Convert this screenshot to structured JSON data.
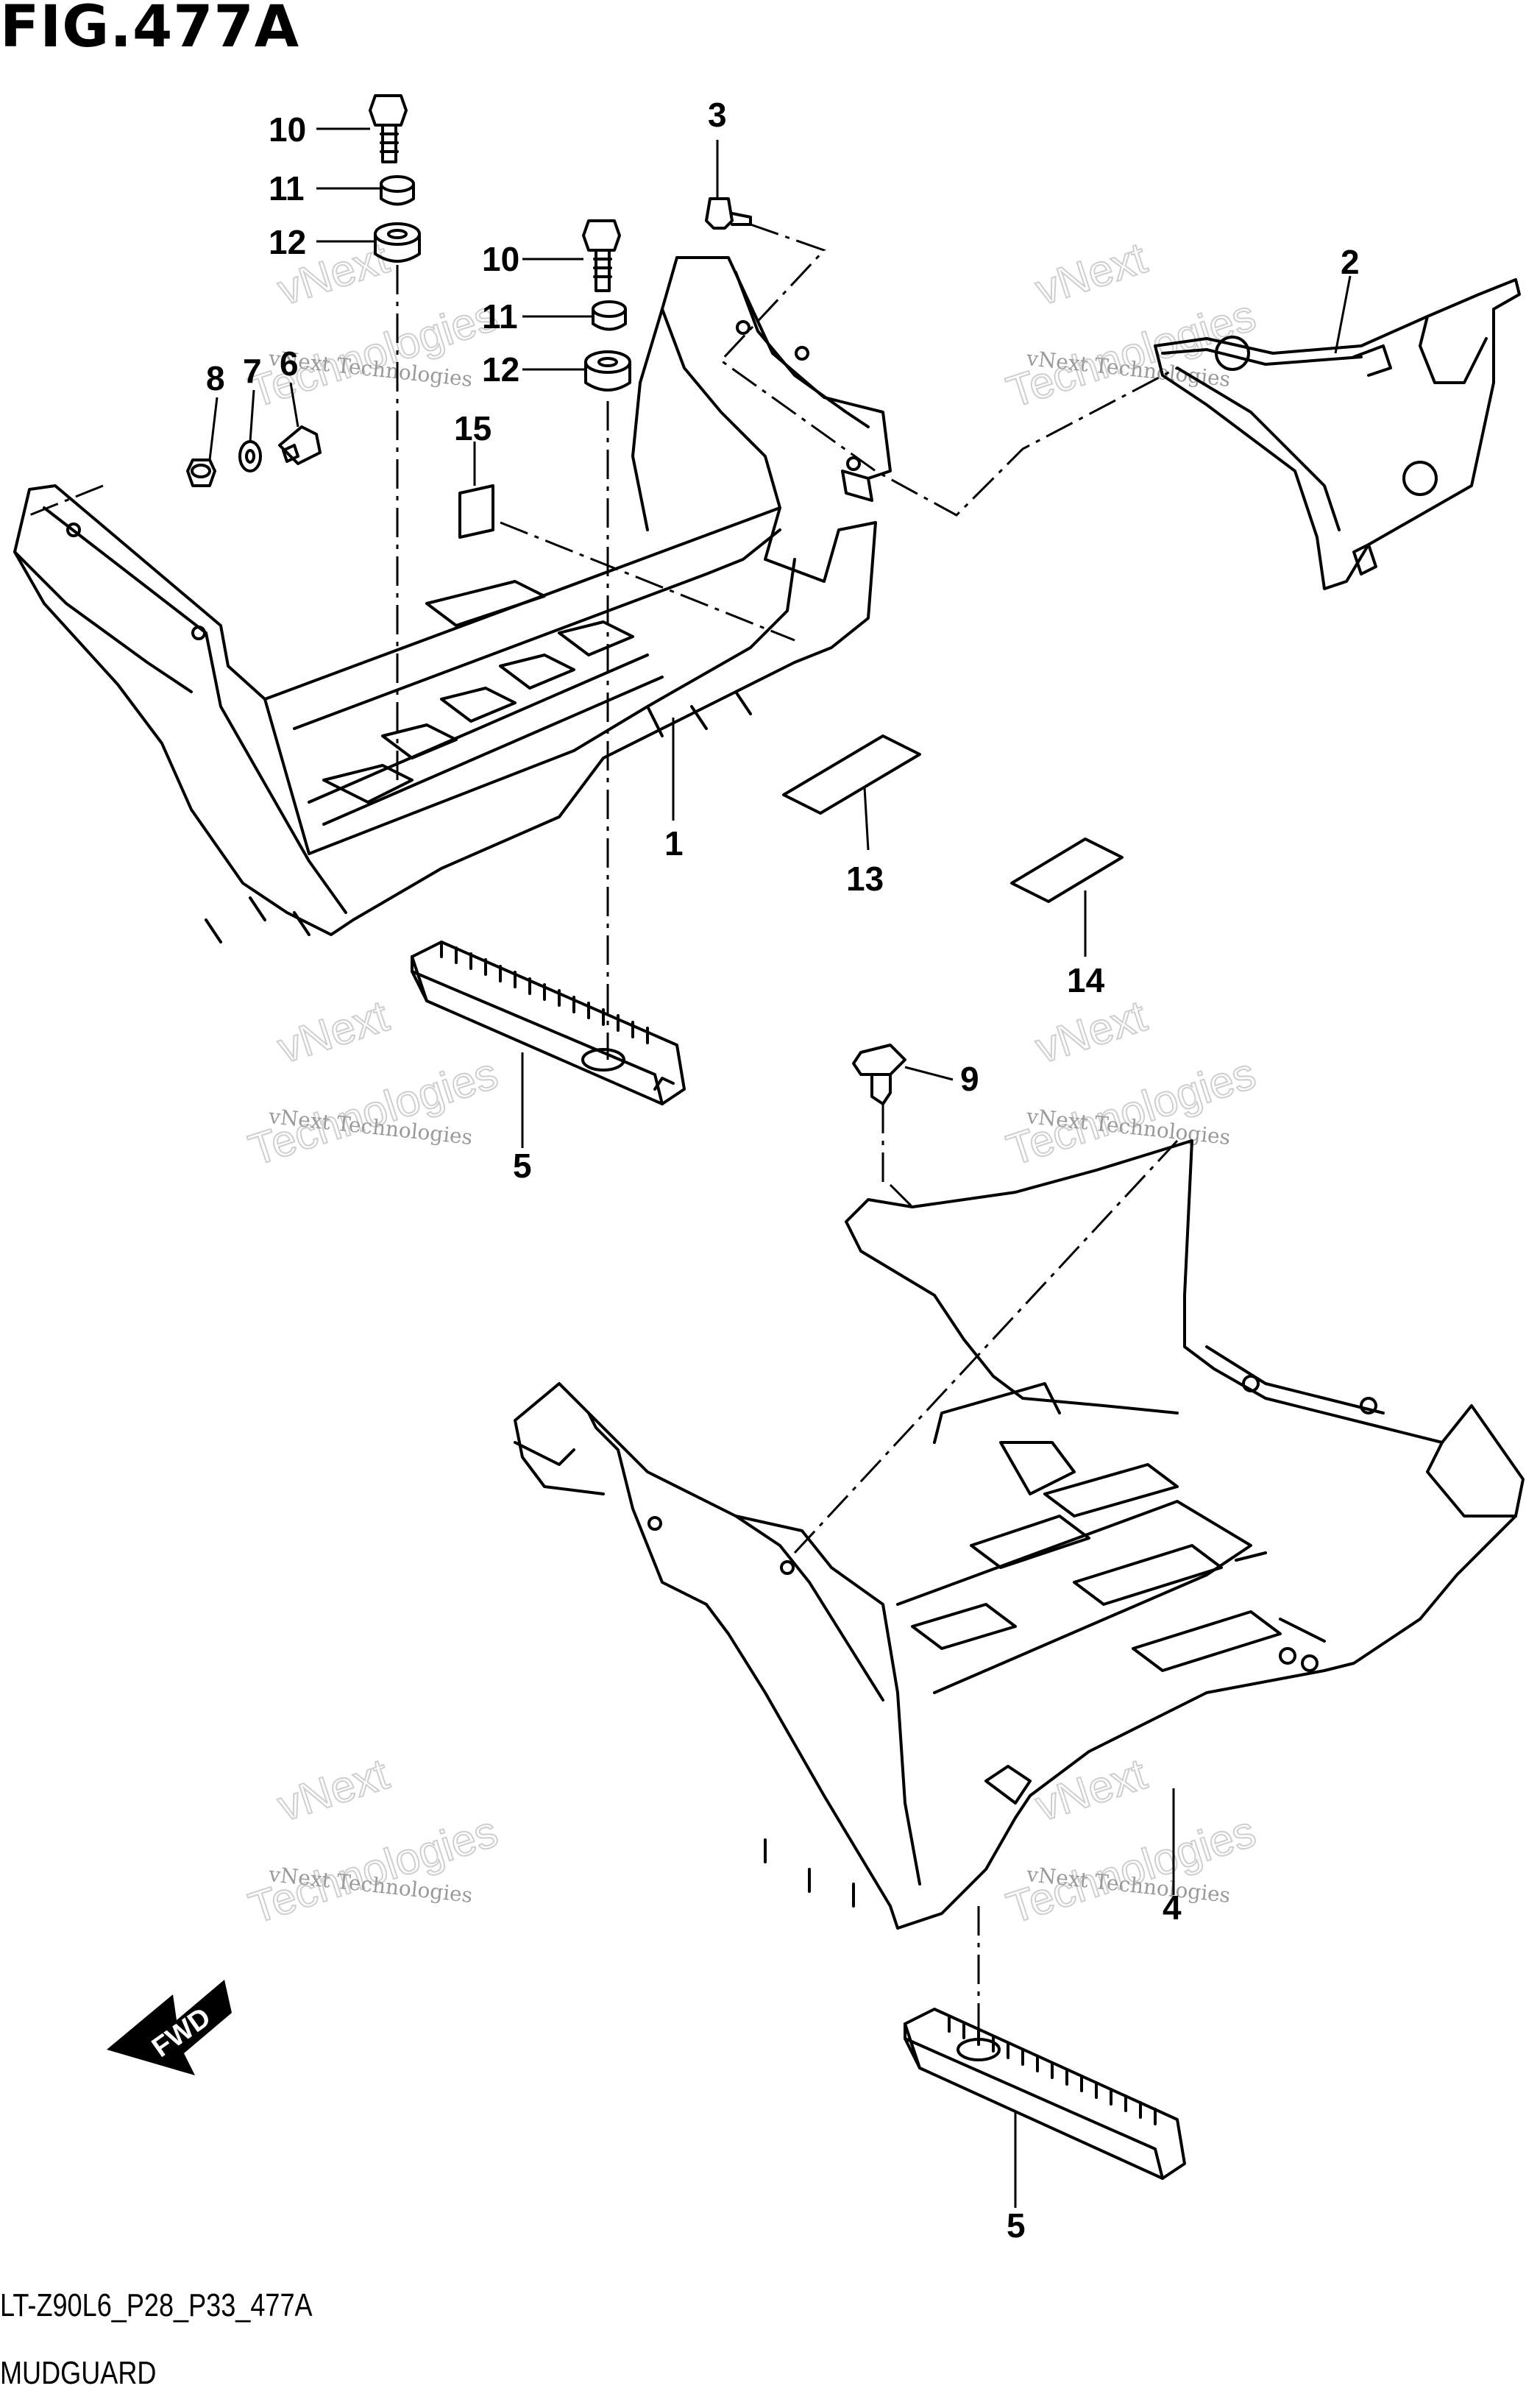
{
  "figure": {
    "title": "FIG.477A",
    "code": "LT-Z90L6_P28_P33_477A",
    "name": "MUDGUARD",
    "fwd_label": "FWD"
  },
  "callouts": [
    {
      "id": "c10a",
      "label": "10"
    },
    {
      "id": "c11a",
      "label": "11"
    },
    {
      "id": "c12a",
      "label": "12"
    },
    {
      "id": "c3",
      "label": "3"
    },
    {
      "id": "c10b",
      "label": "10"
    },
    {
      "id": "c11b",
      "label": "11"
    },
    {
      "id": "c12b",
      "label": "12"
    },
    {
      "id": "c2",
      "label": "2"
    },
    {
      "id": "c8",
      "label": "8"
    },
    {
      "id": "c7",
      "label": "7"
    },
    {
      "id": "c6",
      "label": "6"
    },
    {
      "id": "c15",
      "label": "15"
    },
    {
      "id": "c1",
      "label": "1"
    },
    {
      "id": "c13",
      "label": "13"
    },
    {
      "id": "c14",
      "label": "14"
    },
    {
      "id": "c5a",
      "label": "5"
    },
    {
      "id": "c9",
      "label": "9"
    },
    {
      "id": "c4",
      "label": "4"
    },
    {
      "id": "c5b",
      "label": "5"
    }
  ],
  "watermark": {
    "line1": "vNext Technologies",
    "line2": "vNext",
    "line3": "Technologies"
  }
}
